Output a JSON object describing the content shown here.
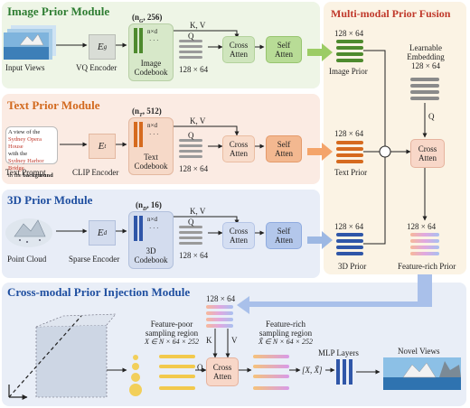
{
  "modules": {
    "image": {
      "title": "Image Prior Module",
      "input_label": "Input Views",
      "encoder_symbol": "E",
      "encoder_sub": "g",
      "encoder_label": "VQ Encoder",
      "codebook_dim": "(n",
      "codebook_sub": "G",
      "codebook_dim_tail": ", 256)",
      "codebook_inner": "n×d",
      "codebook_dots": "· · ·",
      "codebook_label_1": "Image",
      "codebook_label_2": "Codebook",
      "kv": "K, V",
      "q": "Q",
      "tokens": "128 × 64",
      "cross": "Cross\nAtten",
      "self": "Self\nAtten"
    },
    "text": {
      "title": "Text Prior Module",
      "prompt_line1": "A view of the",
      "prompt_line2": "Sydney Opera House",
      "prompt_line3": "with the",
      "prompt_line4": "Sydney Harbor Bridge",
      "prompt_line5": "in the",
      "prompt_line5b": "background",
      "input_label": "Text Prompt",
      "encoder_symbol": "E",
      "encoder_sub": "t",
      "encoder_label": "CLIP Encoder",
      "codebook_dim": "(n",
      "codebook_sub": "T",
      "codebook_dim_tail": ", 512)",
      "codebook_inner": "n×d",
      "codebook_dots": "· · ·",
      "codebook_label_1": "Text",
      "codebook_label_2": "Codebook",
      "kv": "K, V",
      "q": "Q",
      "tokens": "128 × 64",
      "cross": "Cross\nAtten",
      "self": "Self\nAtten"
    },
    "threed": {
      "title": "3D Prior Module",
      "input_label": "Point Cloud",
      "encoder_symbol": "E",
      "encoder_sub": "d",
      "encoder_label": "Sparse Encoder",
      "codebook_dim": "(n",
      "codebook_sub": "D",
      "codebook_dim_tail": ", 16)",
      "codebook_inner": "n×d",
      "codebook_dots": "· · ·",
      "codebook_label_1": "3D",
      "codebook_label_2": "Codebook",
      "kv": "K, V",
      "q": "Q",
      "tokens": "128 × 64",
      "cross": "Cross\nAtten",
      "self": "Self\nAtten"
    }
  },
  "fusion": {
    "title": "Multi-modal Prior Fusion",
    "image_prior_dim": "128 × 64",
    "image_prior_label": "Image Prior",
    "text_prior_dim": "128 × 64",
    "text_prior_label": "Text Prior",
    "threed_prior_dim": "128 × 64",
    "threed_prior_label": "3D Prior",
    "learnable_label_1": "Learnable",
    "learnable_label_2": "Embedding",
    "learnable_dim": "128 × 64",
    "q": "Q",
    "cross": "Cross\nAtten",
    "rich_dim": "128 × 64",
    "rich_label": "Feature-rich Prior",
    "plus": "+"
  },
  "injection": {
    "title": "Cross-modal Prior Injection Module",
    "top_dim": "128 × 64",
    "poor_label_1": "Feature-poor",
    "poor_label_2": "sampling region",
    "poor_formula": "X ∈ N × 64 × 252",
    "rich_label_1": "Feature-rich",
    "rich_label_2": "sampling region",
    "rich_formula": "X̃ ∈ N × 64 × 252",
    "k": "K",
    "v": "V",
    "q": "Q",
    "cross": "Cross\nAtten",
    "concat": "[X, X̃]",
    "mlp_label": "MLP Layers",
    "output_label": "Novel Views"
  },
  "colors": {
    "image_panel": "#eef5e6",
    "text_panel": "#fbebe3",
    "threed_panel": "#e8edf7",
    "fusion_panel": "#fbf3e4",
    "injection_panel": "#e9eef7",
    "green": "#4e8a2e",
    "orange": "#d66a1e",
    "blue": "#2f56a8",
    "grey": "#9a9a9a",
    "title_green": "#2e7d32",
    "title_orange": "#d2691e",
    "title_blue": "#1f4fa0",
    "title_red": "#c0392b"
  }
}
